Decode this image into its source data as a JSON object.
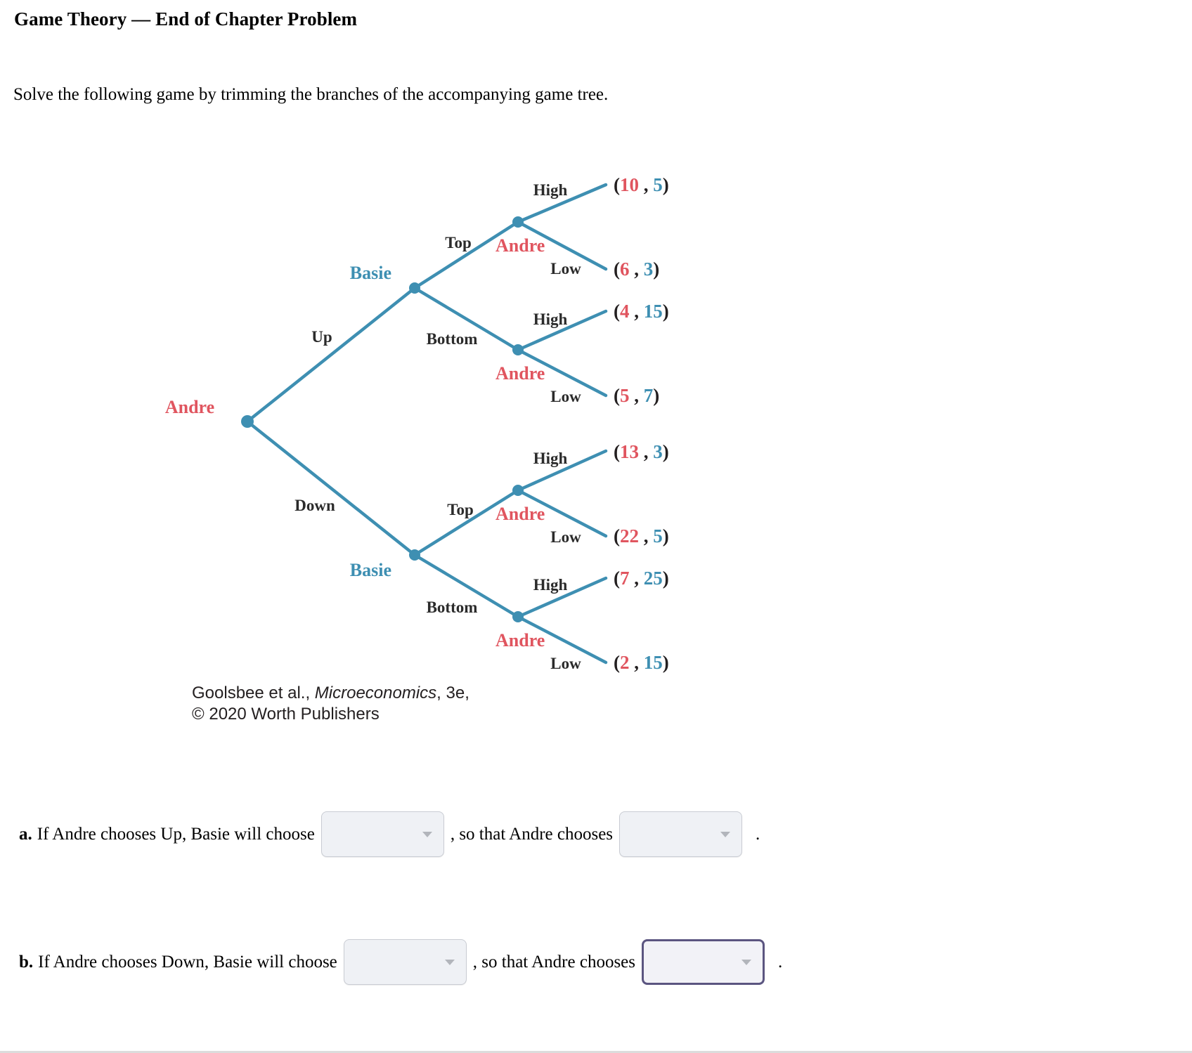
{
  "header": {
    "title": "Game Theory — End of Chapter Problem",
    "prompt": "Solve the following game by trimming the branches of the accompanying game tree."
  },
  "colors": {
    "andre": "#e0555f",
    "basie": "#3e8fb2",
    "branch": "#3e8fb2",
    "label": "#2b2b2b",
    "dropdown_bg": "#eff1f5",
    "dropdown_border": "#c9ccd3",
    "dropdown_focus_border": "#5b5580"
  },
  "tree": {
    "root": {
      "player": "Andre",
      "branches": [
        "Up",
        "Down"
      ]
    },
    "second_level_player": "Basie",
    "second_level_branches": [
      "Top",
      "Bottom"
    ],
    "third_level_player": "Andre",
    "third_level_branches": [
      "High",
      "Low"
    ],
    "nodes": {
      "root_label": "Andre",
      "up_basie_label": "Basie",
      "down_basie_label": "Basie",
      "andre_up_top": "Andre",
      "andre_up_bottom": "Andre",
      "andre_down_top": "Andre",
      "andre_down_bottom": "Andre"
    },
    "edge_labels": {
      "up": "Up",
      "down": "Down",
      "top_upper": "Top",
      "bottom_upper": "Bottom",
      "top_lower": "Top",
      "bottom_lower": "Bottom",
      "high_1": "High",
      "low_1": "Low",
      "high_2": "High",
      "low_2": "Low",
      "high_3": "High",
      "low_3": "Low",
      "high_4": "High",
      "low_4": "Low"
    },
    "outcomes": [
      {
        "path": "Up-Top-High",
        "andre": "10",
        "basie": "5"
      },
      {
        "path": "Up-Top-Low",
        "andre": "6",
        "basie": "3"
      },
      {
        "path": "Up-Bottom-High",
        "andre": "4",
        "basie": "15"
      },
      {
        "path": "Up-Bottom-Low",
        "andre": "5",
        "basie": "7"
      },
      {
        "path": "Down-Top-High",
        "andre": "13",
        "basie": "3"
      },
      {
        "path": "Down-Top-Low",
        "andre": "22",
        "basie": "5"
      },
      {
        "path": "Down-Bottom-High",
        "andre": "7",
        "basie": "25"
      },
      {
        "path": "Down-Bottom-Low",
        "andre": "2",
        "basie": "15"
      }
    ]
  },
  "attribution": {
    "line1_pre": "Goolsbee et al., ",
    "line1_italic": "Microeconomics",
    "line1_post": ", 3e,",
    "line2": "© 2020 Worth Publishers"
  },
  "answers": {
    "a": {
      "letter": "a.",
      "text_1": "If Andre chooses Up, Basie will choose",
      "dropdown_1_value": "",
      "text_2": ", so that Andre chooses",
      "dropdown_2_value": "",
      "text_3": "."
    },
    "b": {
      "letter": "b.",
      "text_1": "If Andre chooses Down, Basie will choose",
      "dropdown_1_value": "",
      "text_2": ", so that Andre chooses",
      "dropdown_2_value": "",
      "text_3": "."
    }
  },
  "chart_data": {
    "type": "diagram",
    "title": "Extensive-form game tree",
    "players": [
      "Andre",
      "Basie"
    ],
    "levels": [
      {
        "player": "Andre",
        "actions": [
          "Up",
          "Down"
        ]
      },
      {
        "player": "Basie",
        "actions": [
          "Top",
          "Bottom"
        ]
      },
      {
        "player": "Andre",
        "actions": [
          "High",
          "Low"
        ]
      }
    ],
    "terminal_payoffs": [
      {
        "andre_action": "Up",
        "basie_action": "Top",
        "andre_action2": "High",
        "payoff": [
          10,
          5
        ]
      },
      {
        "andre_action": "Up",
        "basie_action": "Top",
        "andre_action2": "Low",
        "payoff": [
          6,
          3
        ]
      },
      {
        "andre_action": "Up",
        "basie_action": "Bottom",
        "andre_action2": "High",
        "payoff": [
          4,
          15
        ]
      },
      {
        "andre_action": "Up",
        "basie_action": "Bottom",
        "andre_action2": "Low",
        "payoff": [
          5,
          7
        ]
      },
      {
        "andre_action": "Down",
        "basie_action": "Top",
        "andre_action2": "High",
        "payoff": [
          13,
          3
        ]
      },
      {
        "andre_action": "Down",
        "basie_action": "Top",
        "andre_action2": "Low",
        "payoff": [
          22,
          5
        ]
      },
      {
        "andre_action": "Down",
        "basie_action": "Bottom",
        "andre_action2": "High",
        "payoff": [
          7,
          25
        ]
      },
      {
        "andre_action": "Down",
        "basie_action": "Bottom",
        "andre_action2": "Low",
        "payoff": [
          2,
          15
        ]
      }
    ]
  }
}
